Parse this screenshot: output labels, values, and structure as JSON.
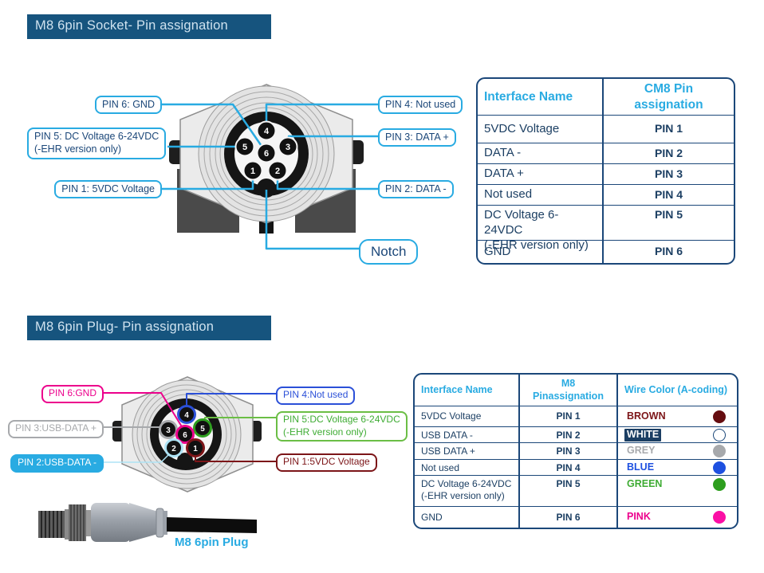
{
  "colors": {
    "title_bg": "#16547E",
    "title_text": "#CFE2EF",
    "navy": "#1B4779",
    "navy_text": "#1C3F63",
    "cyan": "#29ABE2",
    "magenta": "#EC008C",
    "blue": "#2B50D8",
    "green": "#3FAC34",
    "green_border": "#6BBE45",
    "green_dot": "#2D9E1E",
    "darkred": "#7C1518",
    "grey": "#A7A9AC",
    "paleblue": "#AEE3F5"
  },
  "pin_numbers": [
    "1",
    "2",
    "3",
    "4",
    "5",
    "6"
  ],
  "socket": {
    "title": "M8 6pin Socket- Pin assignation",
    "callouts": {
      "pin6": "PIN 6: GND",
      "pin5": "PIN 5: DC Voltage 6-24VDC\n(-EHR version only)",
      "pin1": "PIN 1: 5VDC Voltage",
      "pin4": "PIN 4: Not used",
      "pin3": "PIN 3: DATA +",
      "pin2": "PIN 2: DATA -",
      "notch": "Notch"
    },
    "table": {
      "headers": [
        "Interface Name",
        "CM8 Pin assignation"
      ],
      "rows": [
        {
          "interface": "5VDC Voltage",
          "pin": "PIN 1"
        },
        {
          "interface": "DATA -",
          "pin": "PIN 2"
        },
        {
          "interface": "DATA +",
          "pin": "PIN 3"
        },
        {
          "interface": "Not used",
          "pin": "PIN 4"
        },
        {
          "interface": "DC Voltage 6-24VDC\n(-EHR version only)",
          "pin": "PIN 5"
        },
        {
          "interface": "GND",
          "pin": "PIN 6"
        }
      ]
    }
  },
  "plug": {
    "title": "M8 6pin Plug- Pin assignation",
    "callouts": {
      "pin6": "PIN 6:GND",
      "pin3": "PIN 3:USB-DATA +",
      "pin2": "PIN 2:USB-DATA -",
      "pin4": "PIN 4:Not used",
      "pin5": "PIN 5:DC Voltage 6-24VDC\n(-EHR version only)",
      "pin1": "PIN 1:5VDC Voltage"
    },
    "cable_label": "M8 6pin Plug",
    "table": {
      "headers": [
        "Interface Name",
        "M8 Pinassignation",
        "Wire Color (A-coding)"
      ],
      "rows": [
        {
          "interface": "5VDC Voltage",
          "pin": "PIN 1",
          "wire": "BROWN",
          "wire_color": "#7C1518",
          "dot": "#650D10",
          "dot_border": "#650D10"
        },
        {
          "interface": "USB DATA -",
          "pin": "PIN 2",
          "wire": "WHITE",
          "wire_color": "#FFFFFF",
          "wire_bg": "#1B3E63",
          "dot": "#FFFFFF",
          "dot_border": "#1B4779"
        },
        {
          "interface": "USB DATA +",
          "pin": "PIN 3",
          "wire": "GREY",
          "wire_color": "#A7A9AC",
          "dot": "#A7A9AC",
          "dot_border": "#A7A9AC"
        },
        {
          "interface": "Not used",
          "pin": "PIN 4",
          "wire": "BLUE",
          "wire_color": "#1E50E0",
          "dot": "#1E50E0",
          "dot_border": "#1E50E0"
        },
        {
          "interface": "DC Voltage 6-24VDC\n(-EHR version only)",
          "pin": "PIN 5",
          "wire": "GREEN",
          "wire_color": "#3FAC34",
          "dot": "#2D9E1E",
          "dot_border": "#2D9E1E"
        },
        {
          "interface": "GND",
          "pin": "PIN 6",
          "wire": "PINK",
          "wire_color": "#EC008C",
          "dot": "#FB0FA5",
          "dot_border": "#FB0FA5"
        }
      ]
    }
  }
}
